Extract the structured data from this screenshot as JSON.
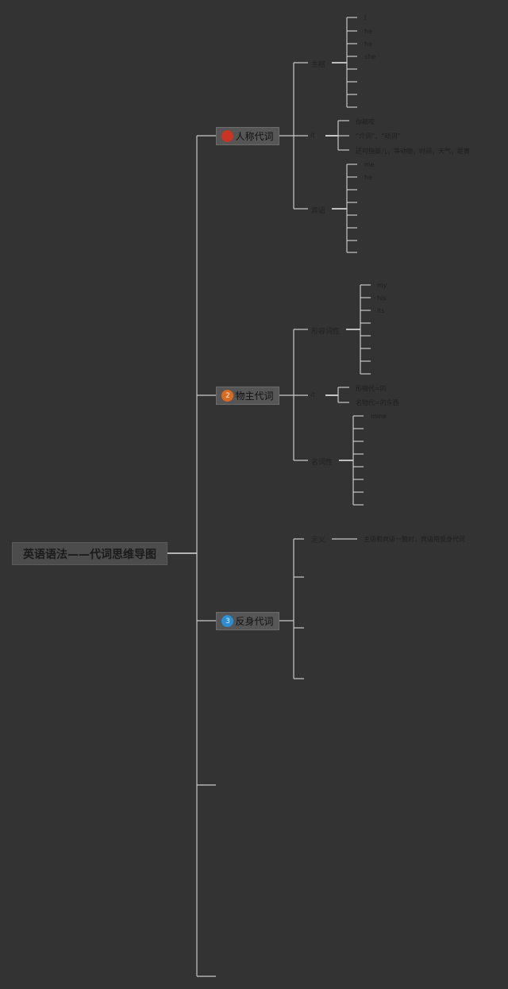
{
  "root": {
    "title": "英语语法——代词思维导图"
  },
  "branches": [
    {
      "label": "人称代词",
      "badge_color": "#cc3322",
      "badge_text": "",
      "subs": [
        {
          "label": "主格",
          "leaves": [
            "I",
            "he",
            "he",
            "she",
            "",
            "",
            "",
            ""
          ]
        },
        {
          "label": "it",
          "leaves": [
            "你被咬",
            "“介词”、“动词”",
            "还可指婴儿，等动物，时间，天气，距离"
          ]
        },
        {
          "label": "宾语",
          "leaves": [
            "me",
            "he",
            "",
            "",
            "",
            "",
            ""
          ]
        }
      ]
    },
    {
      "label": "物主代词",
      "badge_color": "#d96a1e",
      "badge_text": "2",
      "subs": [
        {
          "label": "形容词性",
          "leaves": [
            "my",
            "his",
            "its",
            "",
            "",
            "",
            ""
          ]
        },
        {
          "label": "it",
          "leaves": [
            "形物代=的",
            "名物代=的东西"
          ]
        },
        {
          "label": "名词性",
          "leaves": [
            "mine",
            "",
            "",
            "",
            "",
            "",
            "",
            ""
          ]
        }
      ]
    },
    {
      "label": "反身代词",
      "badge_color": "#2a8fd4",
      "badge_text": "3",
      "subs": [
        {
          "label": "定义",
          "leaves": [
            "主语和宾语一致时，宾语用反身代词"
          ]
        }
      ]
    }
  ]
}
